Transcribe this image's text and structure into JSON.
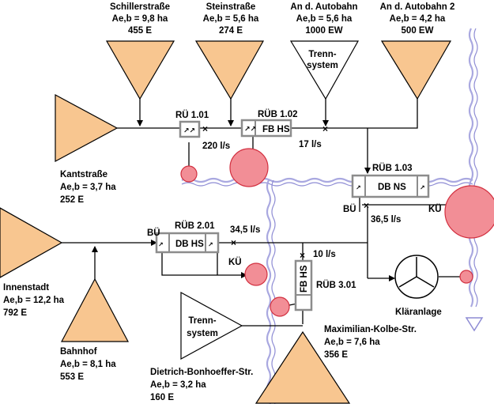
{
  "areas": {
    "schiller": {
      "name": "Schillerstraße",
      "area": "Ae,b = 9,8 ha",
      "pop": "455 E"
    },
    "stein": {
      "name": "Steinstraße",
      "area": "Ae,b = 5,6 ha",
      "pop": "274 E"
    },
    "autobahn": {
      "name": "An d. Autobahn",
      "area": "Ae,b = 5,6 ha",
      "pop": "1000 EW"
    },
    "autobahn2": {
      "name": "An d. Autobahn 2",
      "area": "Ae,b = 4,2 ha",
      "pop": "500 EW"
    },
    "kant": {
      "name": "Kantstraße",
      "area": "Ae,b = 3,7 ha",
      "pop": "252 E"
    },
    "innenstadt": {
      "name": "Innenstadt",
      "area": "Ae,b = 12,2 ha",
      "pop": "792 E"
    },
    "bahnhof": {
      "name": "Bahnhof",
      "area": "Ae,b = 8,1 ha",
      "pop": "553 E"
    },
    "maxkolbe": {
      "name": "Maximilian-Kolbe-Str.",
      "area": "Ae,b = 7,6 ha",
      "pop": "356 E"
    },
    "bonhoeffer": {
      "name": "Dietrich-Bonhoeffer-Str.",
      "area": "Ae,b = 3,2 ha",
      "pop": "160 E"
    }
  },
  "trenn": {
    "line1": "Trenn-",
    "line2": "system",
    "line3": "Trenn-",
    "line4": "system"
  },
  "structures": {
    "rue101": "RÜ 1.01",
    "rueb102": "RÜB 1.02",
    "fbhs": "FB HS",
    "rueb103": "RÜB 1.03",
    "dbns": "DB NS",
    "rueb201": "RÜB 2.01",
    "dbhs": "DB HS",
    "rueb301": "RÜB 3.01",
    "fbhs3": "FB HS",
    "bu1": "BÜ",
    "bu2": "BÜ",
    "ku1": "KÜ",
    "ku2": "KÜ"
  },
  "flows": {
    "f220": "220 l/s",
    "f17": "17 l/s",
    "f365": "36,5 l/s",
    "f345": "34,5 l/s",
    "f10": "10 l/s"
  },
  "plant": {
    "name": "Kläranlage"
  },
  "colors": {
    "catchment": "#f8c690",
    "overflow": "#f28e96",
    "river": "#a9a8e0",
    "box_border": "#8c8c8c"
  }
}
